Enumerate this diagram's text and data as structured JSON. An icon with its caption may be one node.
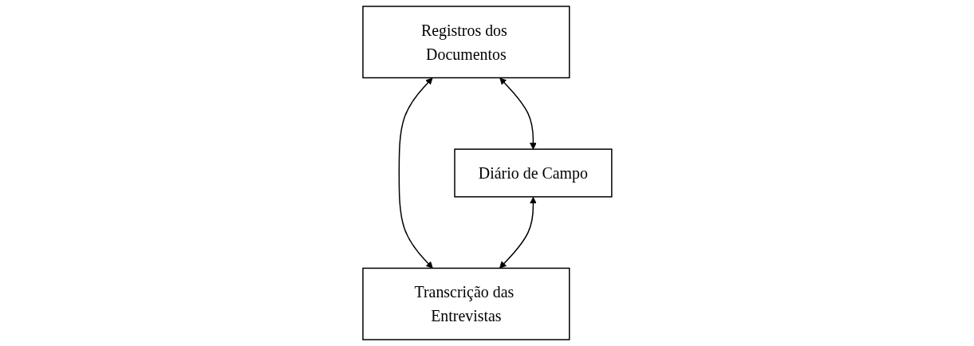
{
  "diagram": {
    "nodes": [
      {
        "text": [
          "Registros dos Documentos"
        ]
      },
      {
        "text": [
          "Diário de Campo"
        ]
      },
      {
        "text": [
          "Transcrição das Entrevistas"
        ]
      }
    ],
    "edges": [
      {
        "from": 0,
        "to": 1,
        "arrow": "both"
      },
      {
        "from": 0,
        "to": 2,
        "arrow": "both"
      },
      {
        "from": 1,
        "to": 2,
        "arrow": "both"
      }
    ]
  }
}
